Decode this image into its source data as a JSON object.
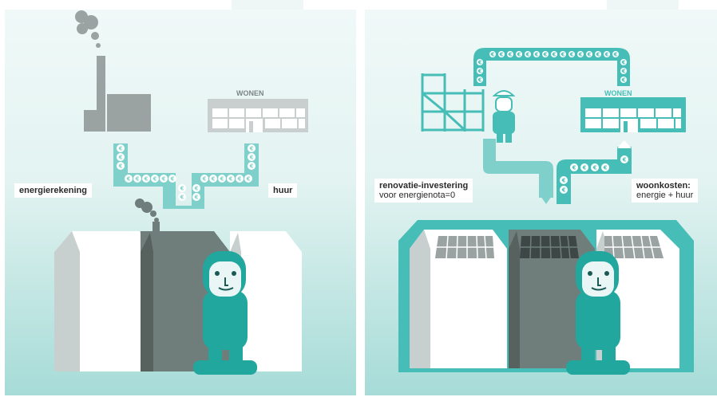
{
  "left": {
    "building_sign": "WONEN",
    "label_energy": "energierekening",
    "label_rent": "huur",
    "euro_symbol": "€"
  },
  "right": {
    "building_sign": "WONEN",
    "label_renovation_line1": "renovatie-investering",
    "label_renovation_line2": "voor energienota=0",
    "label_costs_line1": "woonkosten:",
    "label_costs_line2": "energie + huur",
    "euro_symbol": "€"
  },
  "colors": {
    "background_top": "#eef8f7",
    "background_bottom": "#a9ddd9",
    "teal": "#46bdb6",
    "teal_dark": "#1e9f97",
    "grey_dark": "#6f7d7b",
    "grey_light": "#c5cfcd",
    "white": "#ffffff"
  }
}
